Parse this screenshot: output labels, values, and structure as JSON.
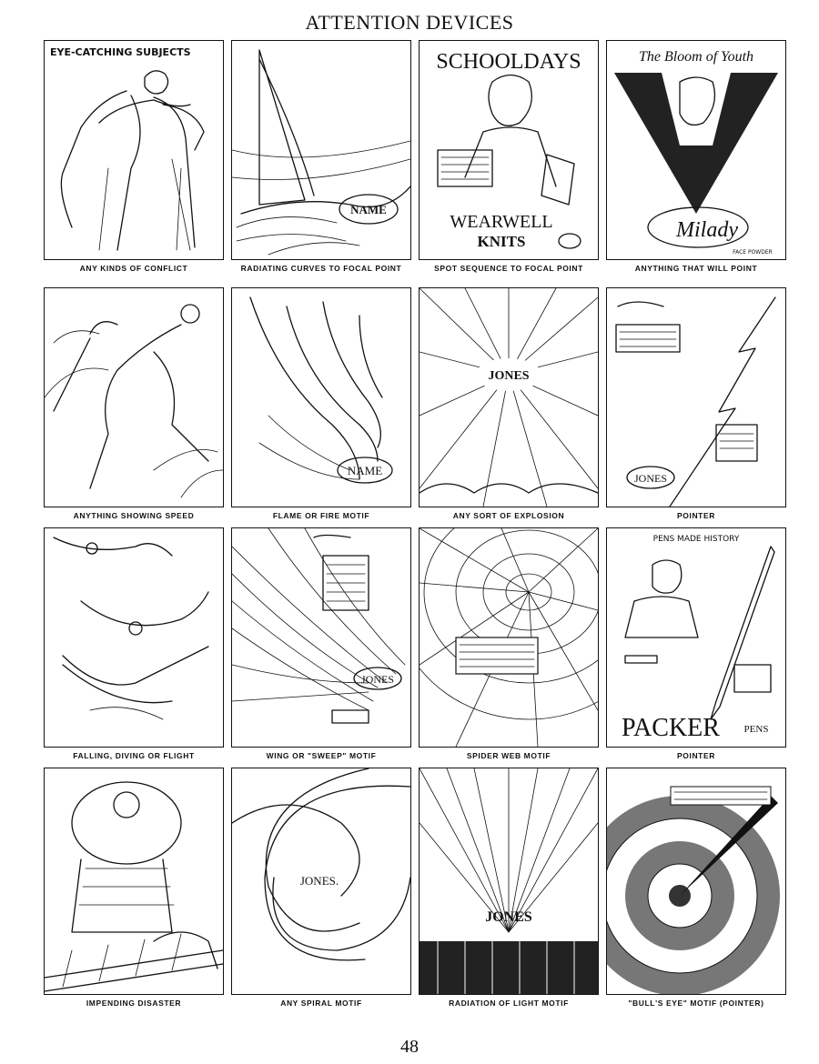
{
  "page": {
    "title": "ATTENTION DEVICES",
    "page_number": "48"
  },
  "panels": [
    {
      "caption": "ANY KINDS OF CONFLICT",
      "text": "EYE-CATCHING SUBJECTS"
    },
    {
      "caption": "RADIATING CURVES TO FOCAL POINT",
      "text": "NAME"
    },
    {
      "caption": "SPOT SEQUENCE TO FOCAL POINT",
      "text": "SCHOOLDAYS",
      "text2": "WEARWELL",
      "text3": "KNITS"
    },
    {
      "caption": "ANYTHING THAT WILL POINT",
      "text": "The Bloom of Youth",
      "text2": "Milady",
      "text3": "FACE POWDER"
    },
    {
      "caption": "ANYTHING SHOWING SPEED"
    },
    {
      "caption": "FLAME OR FIRE MOTIF",
      "text": "NAME"
    },
    {
      "caption": "ANY SORT OF EXPLOSION",
      "text": "JONES"
    },
    {
      "caption": "POINTER",
      "text": "JONES"
    },
    {
      "caption": "FALLING, DIVING OR FLIGHT"
    },
    {
      "caption": "WING OR \"SWEEP\" MOTIF",
      "text": "JONES"
    },
    {
      "caption": "SPIDER WEB MOTIF"
    },
    {
      "caption": "POINTER",
      "text": "PENS MADE HISTORY",
      "text2": "PACKER",
      "text3": "PENS"
    },
    {
      "caption": "IMPENDING DISASTER"
    },
    {
      "caption": "ANY SPIRAL MOTIF",
      "text": "JONES."
    },
    {
      "caption": "RADIATION OF LIGHT MOTIF",
      "text": "JONES"
    },
    {
      "caption": "\"BULL'S EYE\" MOTIF (POINTER)"
    }
  ]
}
